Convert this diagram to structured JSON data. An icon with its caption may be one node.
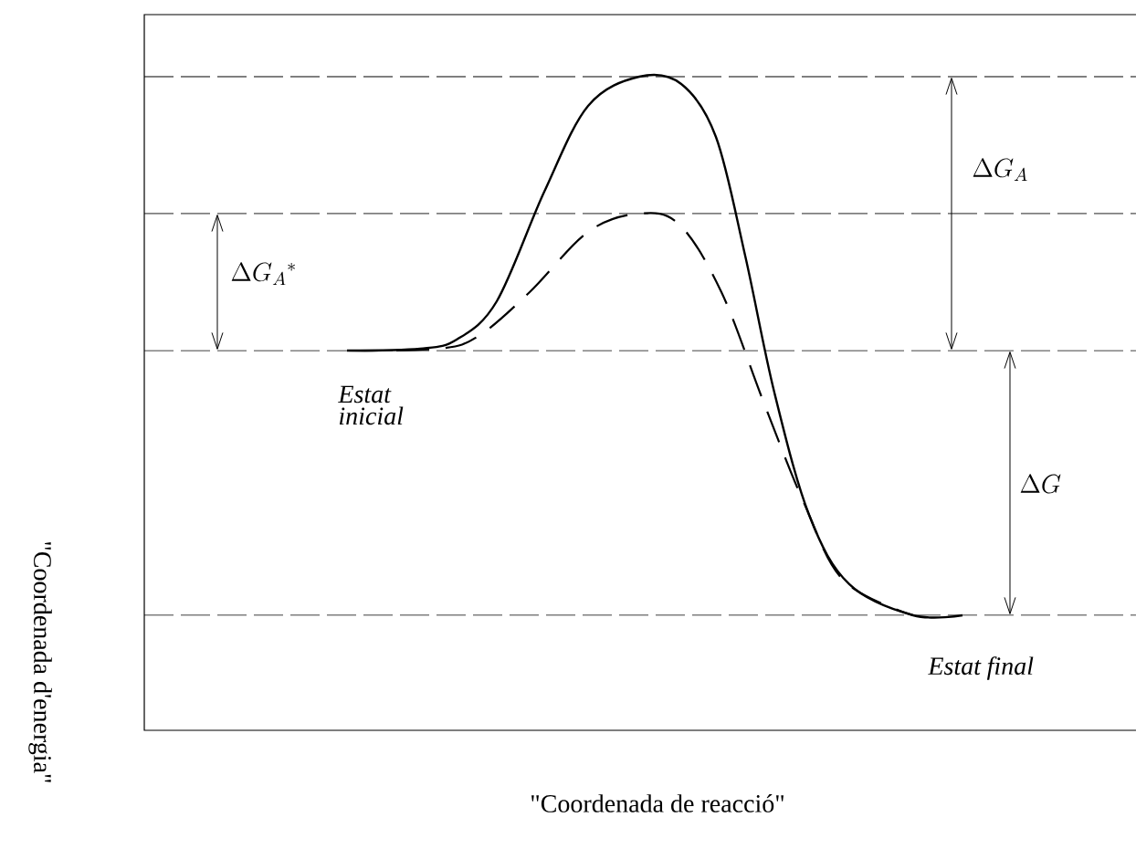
{
  "diagram": {
    "labels": [
      "\\Delta G_A{}^{*}",
      "\\Delta G_A",
      "Estat inicial",
      "\\Delta G",
      "Estat final",
      "\"Coordenada de reacció\"",
      "\"Coordenada d'energia\""
    ]
  }
}
